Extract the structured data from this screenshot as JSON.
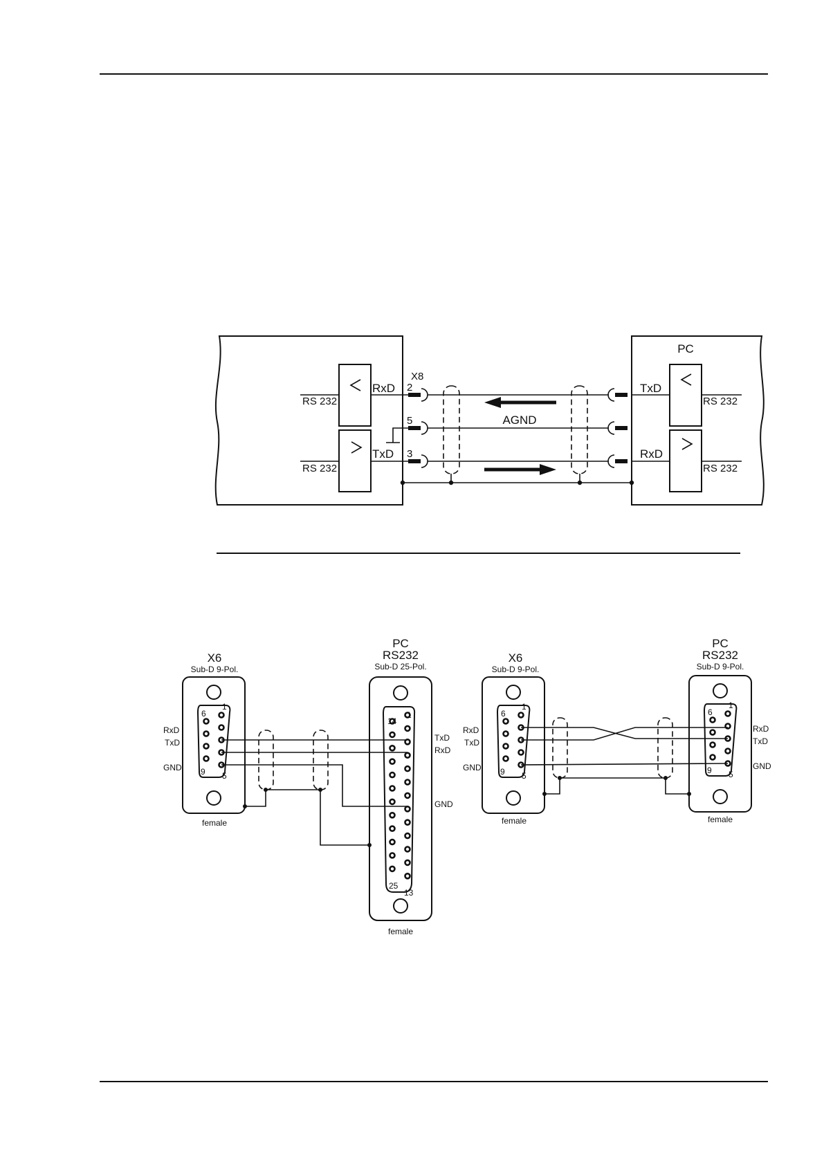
{
  "interface_diagram": {
    "drive_connector": "X8",
    "drive_pins": {
      "rxd": "2",
      "agnd": "5",
      "txd": "3"
    },
    "drive_signals": {
      "rxd": "RxD",
      "txd": "TxD",
      "rs232_a": "RS 232",
      "rs232_b": "RS 232"
    },
    "agnd_label": "AGND",
    "pc_title": "PC",
    "pc_signals": {
      "txd": "TxD",
      "rxd": "RxD",
      "rs232_a": "RS 232",
      "rs232_b": "RS 232"
    }
  },
  "cable_9_25": {
    "x6_title": "X6",
    "x6_subtitle": "Sub-D  9-Pol.",
    "x6_pins": {
      "p6": "6",
      "p1": "1",
      "p9": "9",
      "p5": "5"
    },
    "x6_signals": {
      "rxd": "RxD",
      "txd": "TxD",
      "gnd": "GND"
    },
    "x6_gender": "female",
    "pc_title": "PC",
    "pc_subtitle": "RS232",
    "pc_connector": "Sub-D  25-Pol.",
    "pc_pins": {
      "p14": "14",
      "p1": "1",
      "p25": "25",
      "p13": "13"
    },
    "pc_signals": {
      "txd": "TxD",
      "rxd": "RxD",
      "gnd": "GND"
    },
    "pc_gender": "female"
  },
  "cable_9_9": {
    "x6_title": "X6",
    "x6_subtitle": "Sub-D  9-Pol.",
    "x6_pins": {
      "p6": "6",
      "p1": "1",
      "p9": "9",
      "p5": "5"
    },
    "x6_signals": {
      "rxd": "RxD",
      "txd": "TxD",
      "gnd": "GND"
    },
    "x6_gender": "female",
    "pc_title": "PC",
    "pc_subtitle": "RS232",
    "pc_connector": "Sub-D  9-Pol.",
    "pc_pins": {
      "p6": "6",
      "p1": "1",
      "p9": "9",
      "p5": "5"
    },
    "pc_signals": {
      "rxd": "RxD",
      "txd": "TxD",
      "gnd": "GND"
    },
    "pc_gender": "female"
  }
}
